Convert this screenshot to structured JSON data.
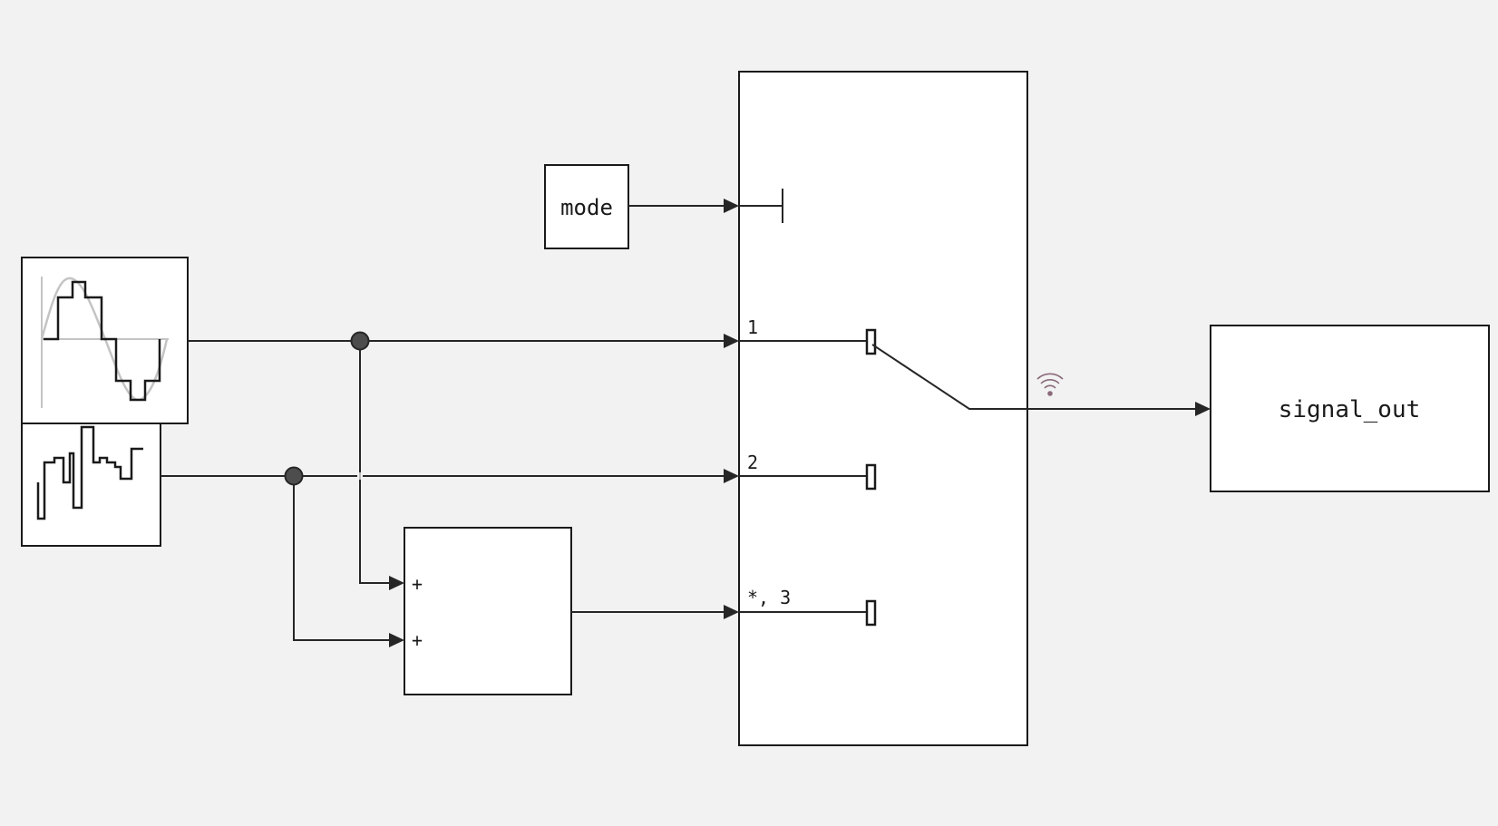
{
  "blocks": {
    "mode_label": "mode",
    "output_label": "signal_out",
    "sum_input_signs": [
      "+",
      "+"
    ],
    "switch_port_labels": [
      "1",
      "2",
      "*, 3"
    ]
  },
  "icons": {
    "sine_source": "sampled-sine-wave-icon",
    "random_source": "random-signal-icon",
    "broadcast": "wireless-broadcast-icon"
  },
  "colors": {
    "background": "#f2f2f2",
    "block_fill": "#ffffff",
    "line": "#262626",
    "broadcast_icon": "#8a6a7a"
  }
}
